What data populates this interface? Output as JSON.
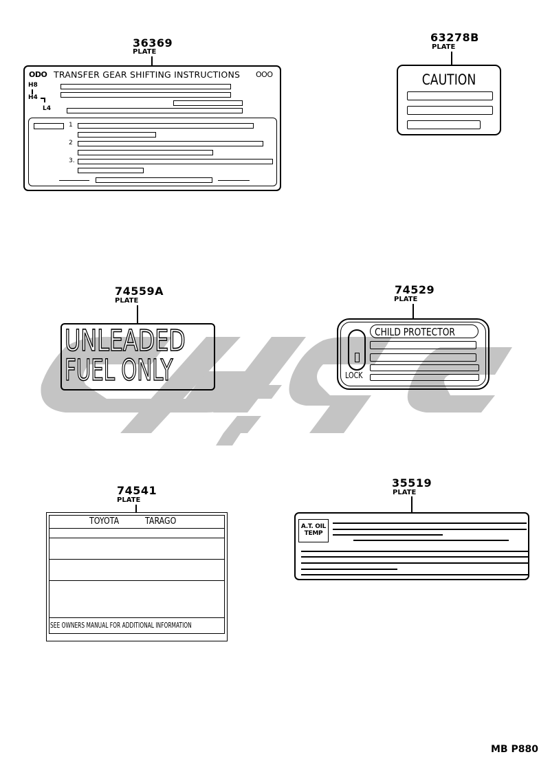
{
  "diagram": {
    "reference_code": "MB P880",
    "colors": {
      "line": "#000000",
      "background": "#ffffff",
      "watermark": "#c4c4c4"
    },
    "parts": [
      {
        "part_number": "36369",
        "name": "PLATE",
        "title": "TRANSFER GEAR SHIFTING INSTRUCTIONS",
        "left_marks": "ODO",
        "right_marks": "OOO",
        "shift_labels": [
          "H8",
          "H4",
          "L4"
        ],
        "step_numbers": [
          "1",
          "2",
          "3."
        ]
      },
      {
        "part_number": "63278B",
        "name": "PLATE",
        "heading": "CAUTION"
      },
      {
        "part_number": "74559A",
        "name": "PLATE",
        "line1": "UNLEADED",
        "line2": "FUEL ONLY"
      },
      {
        "part_number": "74529",
        "name": "PLATE",
        "heading": "CHILD PROTECTOR",
        "lock_label": "LOCK"
      },
      {
        "part_number": "74541",
        "name": "PLATE",
        "brand": "TOYOTA",
        "model": "TARAGO",
        "footer": "SEE OWNERS MANUAL FOR ADDITIONAL INFORMATION"
      },
      {
        "part_number": "35519",
        "name": "PLATE",
        "badge_line1": "A.T. OIL",
        "badge_line2": "TEMP"
      }
    ]
  }
}
